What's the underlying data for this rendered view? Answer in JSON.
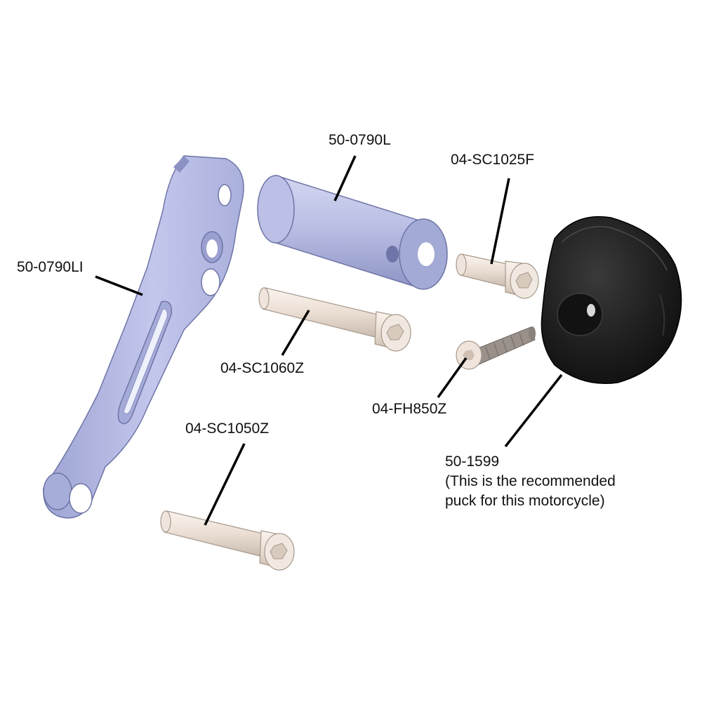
{
  "parts": {
    "bracket": {
      "label": "50-0790LI"
    },
    "spacer": {
      "label": "50-0790L"
    },
    "bolt_short": {
      "label": "04-SC1025F"
    },
    "bolt_medium": {
      "label": "04-SC1060Z"
    },
    "bolt_long": {
      "label": "04-SC1050Z"
    },
    "flat_head_screw": {
      "label": "04-FH850Z"
    },
    "puck": {
      "label": "50-1599",
      "note_line1": "(This is the recommended",
      "note_line2": "puck for this motorcycle)"
    }
  },
  "colors": {
    "bracket": "#b9bee6",
    "spacer": "#b9bee6",
    "bolts": "#ece0d6",
    "puck": "#1b1b1b",
    "leader": "#000000"
  }
}
